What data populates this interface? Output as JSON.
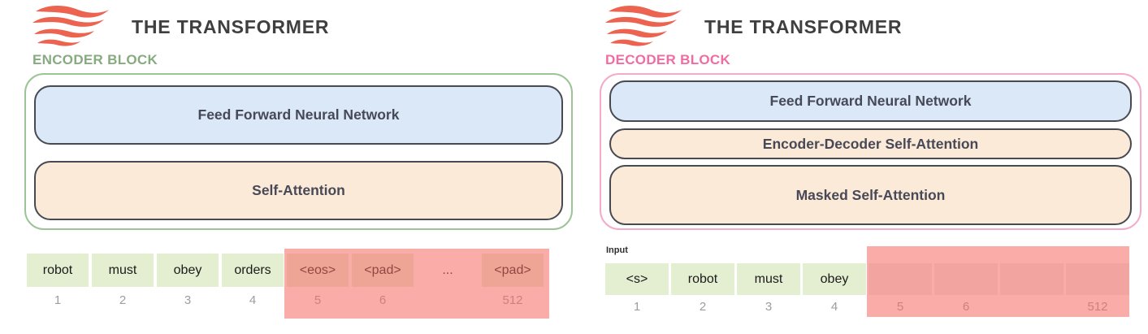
{
  "left_panel": {
    "title": "THE TRANSFORMER",
    "block_label": "ENCODER BLOCK",
    "layers": {
      "ffnn": "Feed Forward Neural Network",
      "self_attention": "Self-Attention"
    },
    "table": {
      "tokens": [
        "robot",
        "must",
        "obey",
        "orders",
        "<eos>",
        "<pad>",
        "...",
        "<pad>"
      ],
      "positions": [
        "1",
        "2",
        "3",
        "4",
        "5",
        "6",
        "",
        "512"
      ]
    }
  },
  "right_panel": {
    "title": "THE TRANSFORMER",
    "block_label": "DECODER BLOCK",
    "layers": {
      "ffnn": "Feed Forward Neural Network",
      "enc_dec_attention": "Encoder-Decoder Self-Attention",
      "masked_self_attention": "Masked Self-Attention"
    },
    "table": {
      "input_label": "Input",
      "tokens": [
        "<s>",
        "robot",
        "must",
        "obey",
        "",
        "",
        "",
        ""
      ],
      "positions": [
        "1",
        "2",
        "3",
        "4",
        "5",
        "6",
        "",
        "512"
      ]
    }
  },
  "colors": {
    "flame": "#ec6350",
    "title_text": "#3f3f3f",
    "encoder_label_green": "#86ab7f",
    "encoder_border_green": "#9dc497",
    "decoder_label_pink": "#ef6da2",
    "decoder_border_pink": "#f4aacb",
    "ffnn_box_blue": "#dbe8f7",
    "attention_box_orange": "#fcead8",
    "layer_box_border": "#474a52",
    "token_cell_green": "#e4efd2",
    "mask_overlay_red": "rgba(245,104,99,0.55)",
    "position_number_gray": "#9d9d9d"
  }
}
